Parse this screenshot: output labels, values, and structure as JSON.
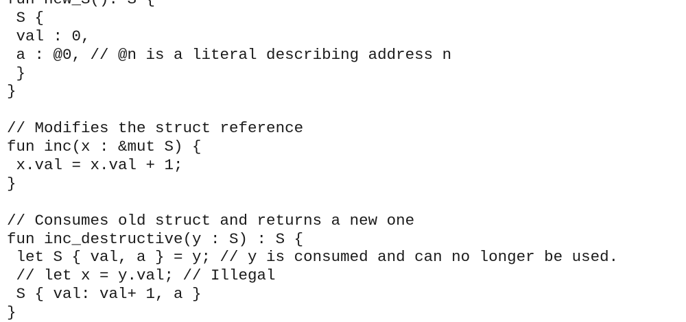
{
  "document": {
    "lines": [
      "fun new_S(): S {",
      " S {",
      " val : 0,",
      " a : @0, // @n is a literal describing address n",
      " }",
      "}",
      "",
      "// Modifies the struct reference",
      "fun inc(x : &mut S) {",
      " x.val = x.val + 1;",
      "}",
      "",
      "// Consumes old struct and returns a new one",
      "fun inc_destructive(y : S) : S {",
      " let S { val, a } = y; // y is consumed and can no longer be used.",
      " // let x = y.val; // Illegal",
      " S { val: val+ 1, a }",
      "}"
    ]
  }
}
